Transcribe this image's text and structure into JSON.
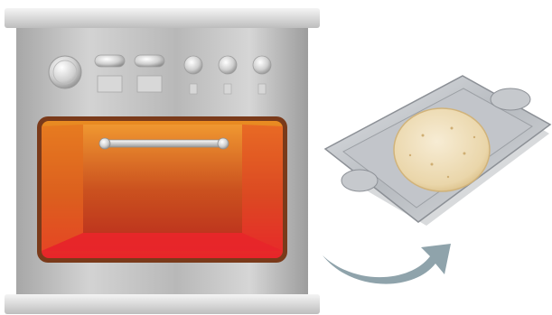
{
  "scene": {
    "description_free": true,
    "colors": {
      "metal_light": "#e6e6e6",
      "metal_mid": "#b9b9b9",
      "metal_dark": "#8f8f8f",
      "oven_glow_top": "#e88a1f",
      "oven_glow_bottom": "#e8222a",
      "oven_frame": "#7a3a1a",
      "tray": "#c9ccd0",
      "bread": "#f2e2c2",
      "arrow": "#8fa3ab"
    },
    "oven": {
      "knobs": [
        "round-knob",
        "pill-knob",
        "pill-knob",
        "small-knob",
        "small-knob",
        "small-knob"
      ]
    },
    "tray": {
      "item": "bread-loaf-icon"
    },
    "arrow": {
      "direction": "oven-to-tray"
    }
  }
}
